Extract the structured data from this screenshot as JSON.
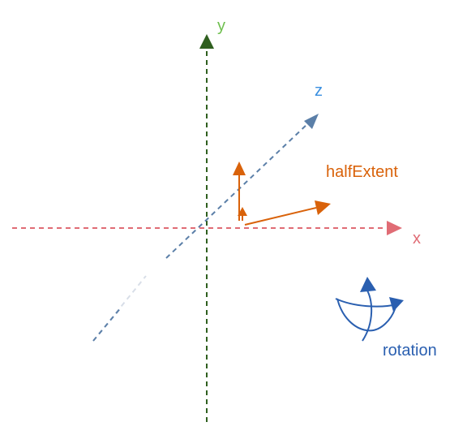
{
  "labels": {
    "y": "y",
    "z": "z",
    "x": "x",
    "half_extent": "halfExtent",
    "rotation": "rotation"
  },
  "colors": {
    "background": "#ffffff",
    "x_axis": "#e06c75",
    "x_label": "#e06c75",
    "y_axis": "#2f5f1f",
    "y_label": "#6fbf4f",
    "z_axis": "#5b7fa8",
    "z_label": "#3a8fe0",
    "half_extent": "#d9620a",
    "rotation": "#2a5fb0"
  },
  "icons": {
    "half_extent": "half-extent-arrows-icon",
    "rotation": "rotation-arrows-icon"
  }
}
